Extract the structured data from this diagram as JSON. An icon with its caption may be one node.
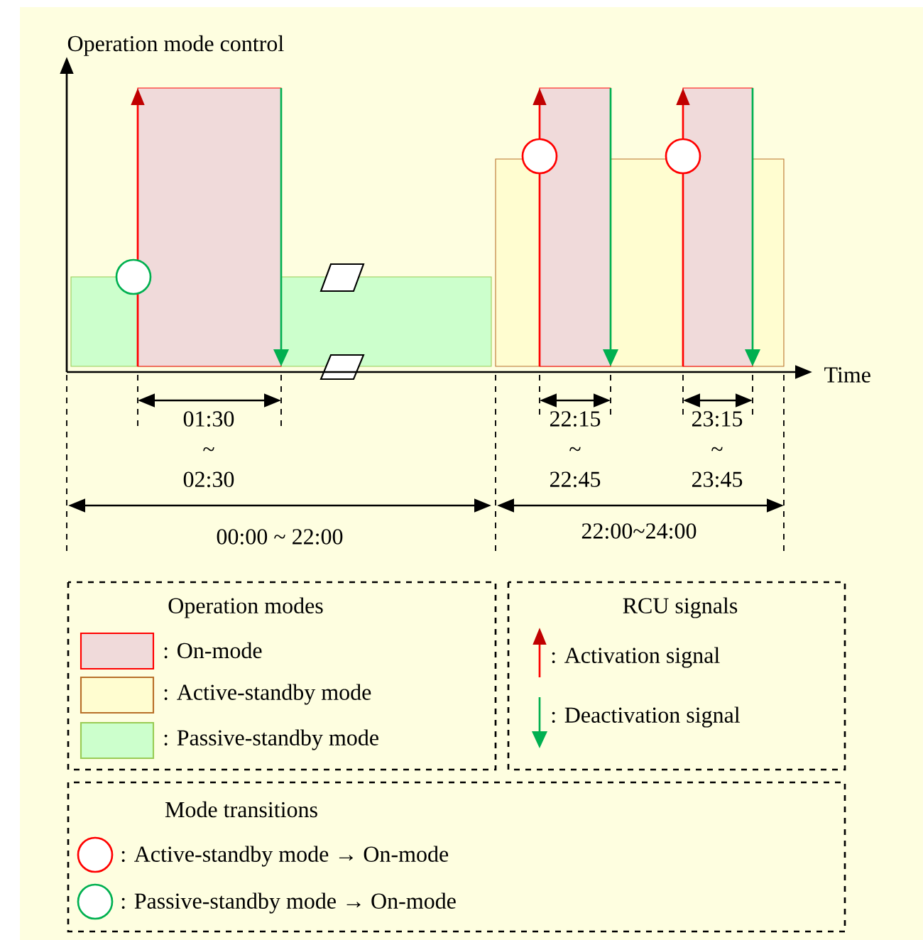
{
  "diagram": {
    "labels": [
      "Operation mode control",
      "Time",
      "01:30 ~ 02:30",
      "22:15 ~ 22:45",
      "23:15 ~ 23:45",
      "00:00 ~ 22:00",
      "22:00~24:00",
      "Operation modes",
      "RCU signals",
      "Mode transitions"
    ],
    "legend": [
      {
        "text": ": On-mode",
        "color": "#f0dada"
      },
      {
        "text": ": Active-standby mode",
        "color": "#fffdd0"
      },
      {
        "text": ": Passive-standby mode",
        "color": "#ccffcc"
      },
      {
        "text": ": Activation signal"
      },
      {
        "text": ": Deactivation signal"
      },
      {
        "text": ": Active-standby mode → On-mode"
      },
      {
        "text": ": Passive-standby mode → On-mode"
      }
    ]
  }
}
